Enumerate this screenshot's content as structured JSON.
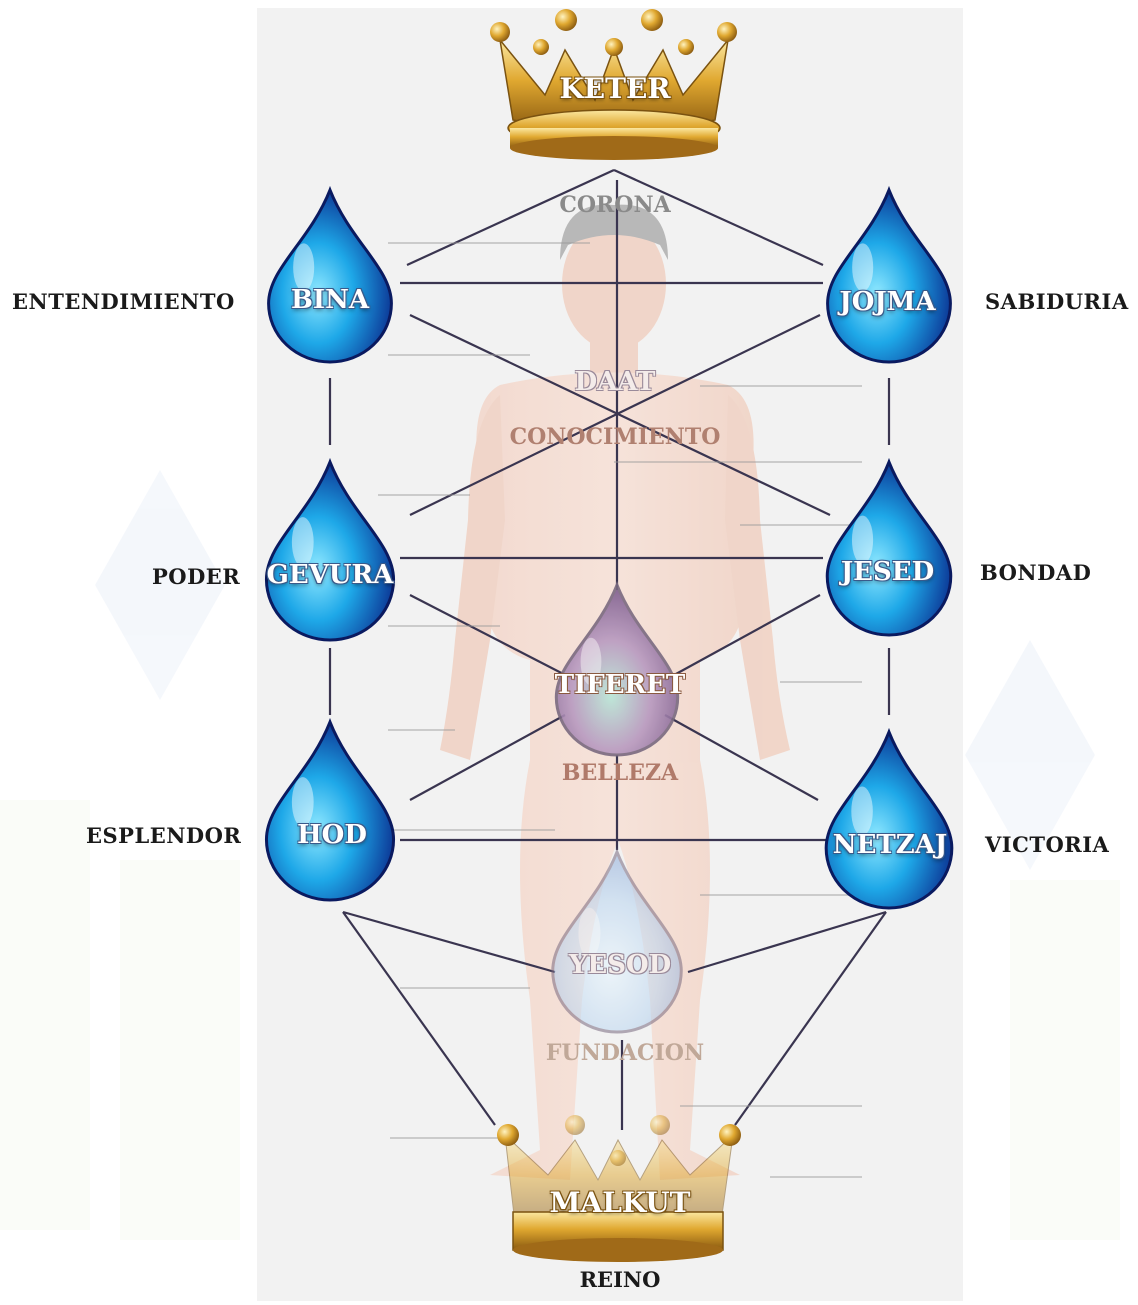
{
  "crown_top": {
    "name": "KETER",
    "meaning": "CORONA"
  },
  "crown_bottom": {
    "name": "MALKUT",
    "meaning": "REINO"
  },
  "sefirot": {
    "bina": {
      "name": "BINA",
      "meaning": "ENTENDIMIENTO"
    },
    "jojma": {
      "name": "JOJMA",
      "meaning": "SABIDURIA"
    },
    "daat": {
      "name": "DAAT",
      "meaning": "CONOCIMIENTO"
    },
    "gevura": {
      "name": "GEVURA",
      "meaning": "PODER"
    },
    "jesed": {
      "name": "JESED",
      "meaning": "BONDAD"
    },
    "tiferet": {
      "name": "TIFERET",
      "meaning": "BELLEZA"
    },
    "hod": {
      "name": "HOD",
      "meaning": "ESPLENDOR"
    },
    "netzaj": {
      "name": "NETZAJ",
      "meaning": "VICTORIA"
    },
    "yesod": {
      "name": "YESOD",
      "meaning": "FUNDACION"
    }
  },
  "colors": {
    "drop_blue_dark": "#0a2a8c",
    "drop_blue_light": "#3ec8f0",
    "gold": "#d4a020",
    "skin": "#f2c4b0",
    "line": "#3a3550"
  },
  "icons": [
    "crown-icon",
    "water-drop-icon",
    "human-figure",
    "star-of-david-watermark"
  ]
}
